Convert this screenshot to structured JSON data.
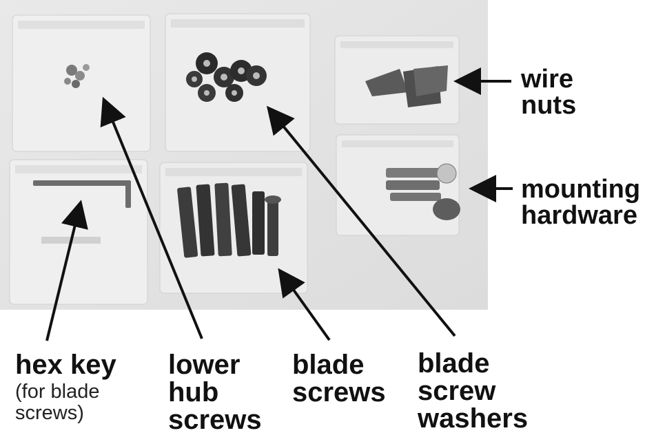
{
  "labels": {
    "wire_nuts": [
      "wire",
      "nuts"
    ],
    "mounting_hardware": [
      "mounting",
      "hardware"
    ],
    "hex_key": [
      "hex key"
    ],
    "hex_key_note": [
      "(for blade",
      "screws)"
    ],
    "lower_hub_screws": [
      "lower",
      "hub",
      "screws"
    ],
    "blade_screws": [
      "blade",
      "screws"
    ],
    "blade_screw_washers": [
      "blade",
      "screw",
      "washers"
    ]
  },
  "colors": {
    "text": "#111111",
    "arrow": "#111111",
    "photo_background": "#e6e6e6"
  }
}
